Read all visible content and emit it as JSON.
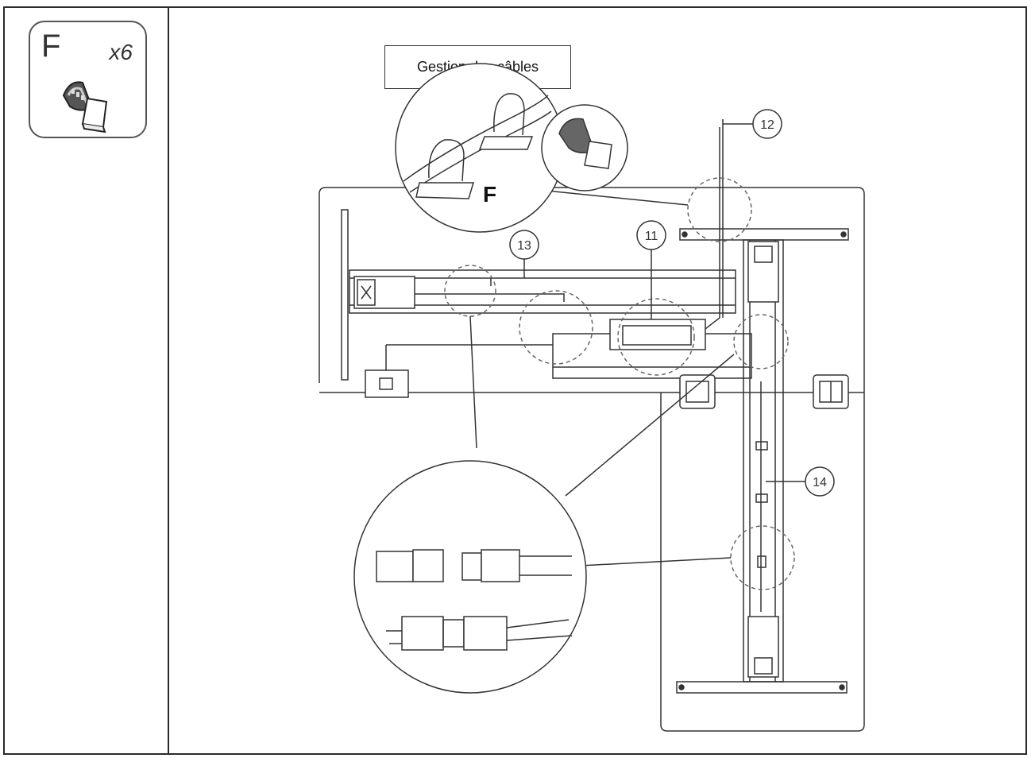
{
  "part": {
    "letter": "F",
    "quantity": "x6",
    "icon": "cable-clip-icon"
  },
  "callout": {
    "title": "Gestion des câbles",
    "clip_label": "F"
  },
  "labels": {
    "n11": "11",
    "n12": "12",
    "n13": "13",
    "n14": "14"
  },
  "colors": {
    "line": "#333333",
    "frame": "#2b2b2b"
  }
}
